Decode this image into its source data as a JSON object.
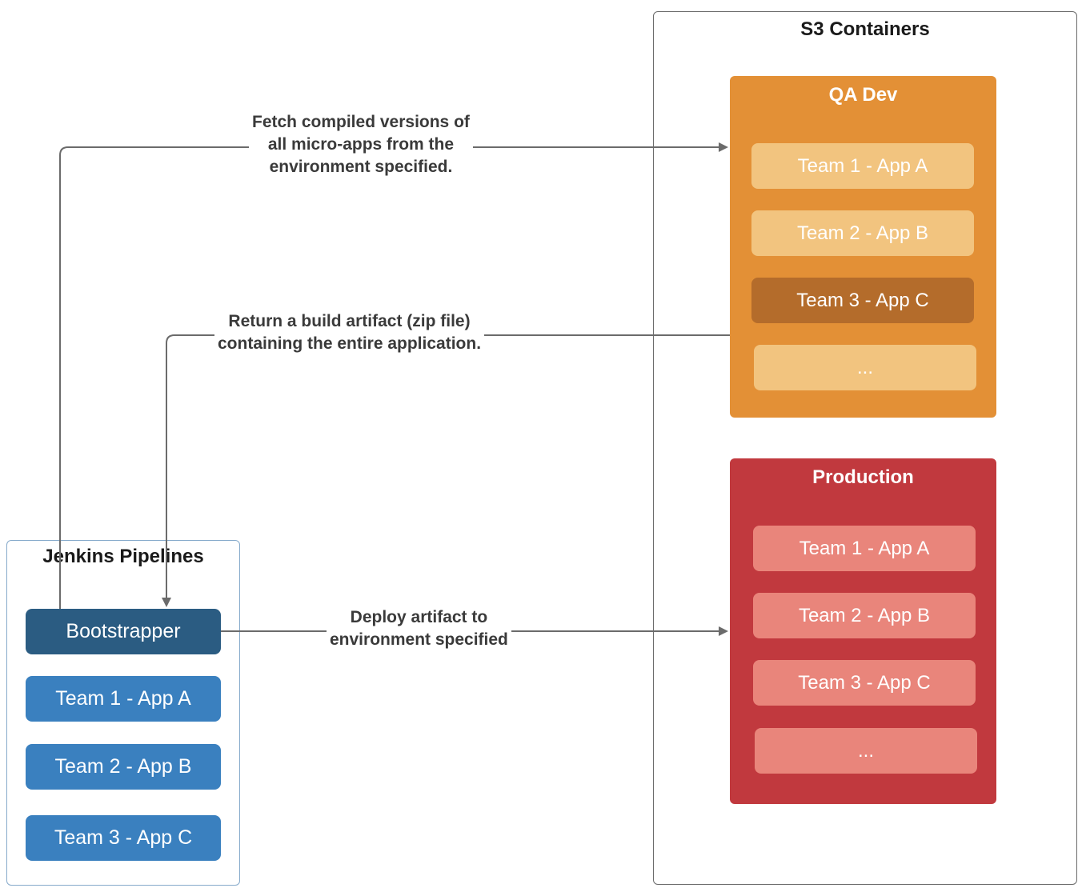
{
  "s3": {
    "title": "S3 Containers",
    "qa": {
      "title": "QA Dev",
      "items": [
        "Team 1 - App A",
        "Team 2 - App B",
        "Team 3 - App C",
        "..."
      ]
    },
    "production": {
      "title": "Production",
      "items": [
        "Team 1 - App A",
        "Team 2 - App B",
        "Team 3 - App C",
        "..."
      ]
    }
  },
  "jenkins": {
    "title": "Jenkins Pipelines",
    "items": [
      "Bootstrapper",
      "Team 1 - App A",
      "Team 2 - App B",
      "Team 3 - App C"
    ]
  },
  "edges": {
    "fetch": [
      "Fetch compiled versions of",
      "all micro-apps from the",
      "environment specified."
    ],
    "return": [
      "Return a build artifact (zip file)",
      "containing the entire application."
    ],
    "deploy": [
      "Deploy artifact to",
      "environment specified"
    ]
  },
  "colors": {
    "qa_panel": "#e39036",
    "qa_item": "#f2c47f",
    "qa_item_highlight": "#b46c2b",
    "production_panel": "#c1393e",
    "production_item": "#e9857b",
    "jenkins_item": "#3a80bf",
    "bootstrapper": "#2b5c82",
    "connector": "#6b6b6b"
  }
}
